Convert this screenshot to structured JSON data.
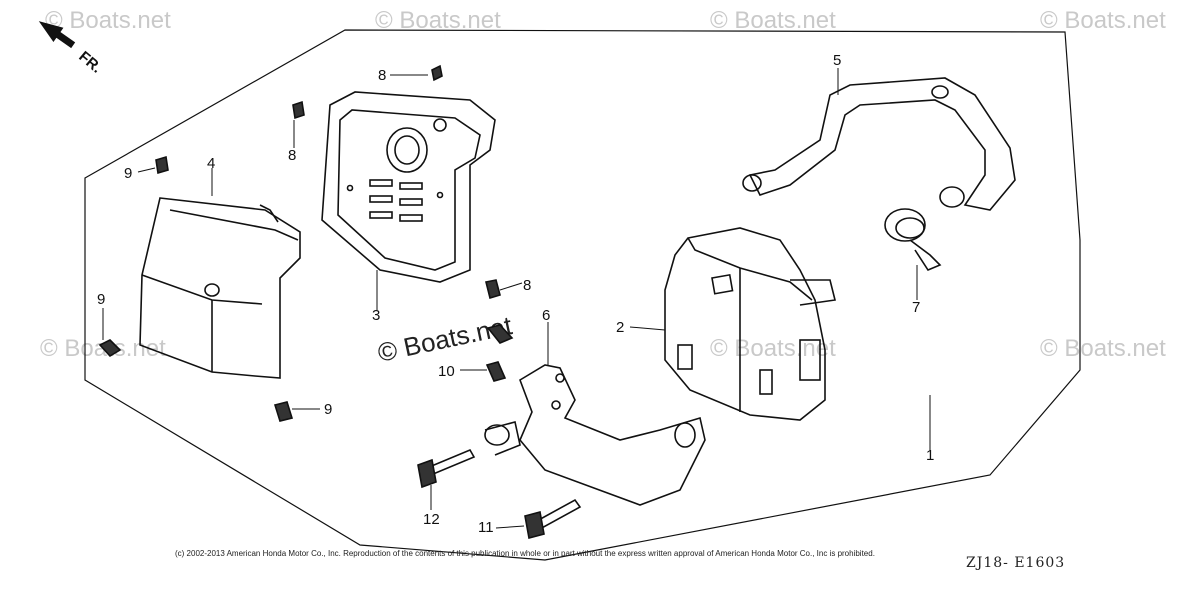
{
  "diagram": {
    "direction_label": "FR.",
    "callouts": [
      "1",
      "2",
      "3",
      "4",
      "5",
      "6",
      "7",
      "8",
      "8",
      "8",
      "9",
      "9",
      "9",
      "10",
      "11",
      "12"
    ],
    "watermark_text": "© Boats.net",
    "center_watermark": "© Boats.net"
  },
  "footer": {
    "copyright": "(c) 2002-2013 American Honda Motor Co., Inc. Reproduction of the contents of this publication in whole or in part without the express written approval of American Honda Motor Co., Inc is prohibited.",
    "diagram_code": "ZJ18- E1603"
  }
}
